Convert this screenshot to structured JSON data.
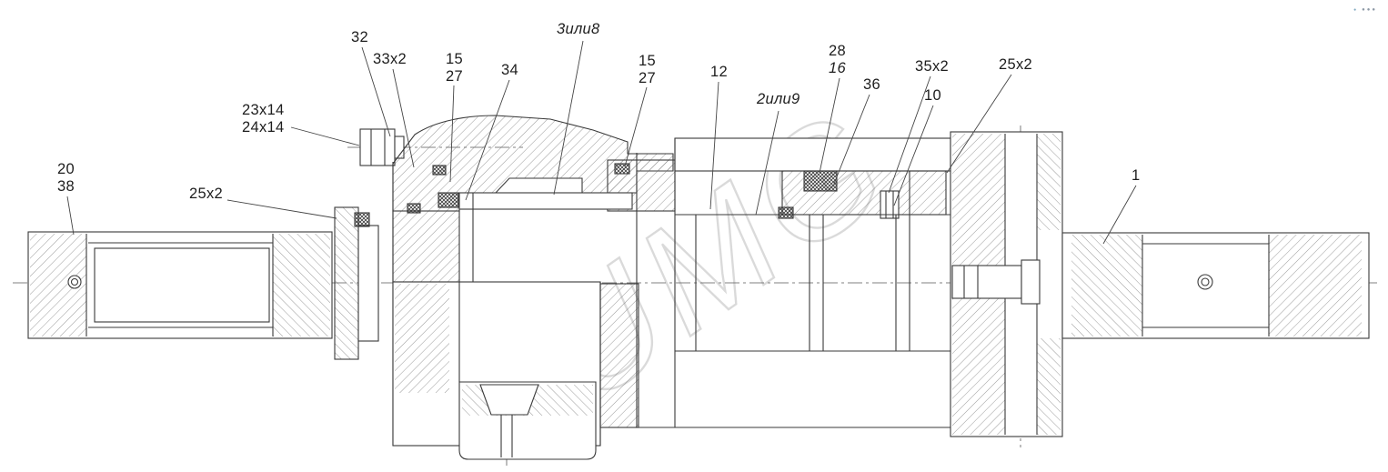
{
  "watermark": {
    "text": "UMG",
    "color": "#bdbdbd"
  },
  "corner": {
    "dot": "●",
    "dots": "●●●"
  },
  "callouts": {
    "c20_38": {
      "lines": [
        "20",
        "38"
      ]
    },
    "c23_24": {
      "lines": [
        "23x14",
        "24x14"
      ]
    },
    "c25x2_left": {
      "lines": [
        "25x2"
      ]
    },
    "c32": {
      "lines": [
        "32"
      ]
    },
    "c33x2": {
      "lines": [
        "33x2"
      ]
    },
    "c15_27_a": {
      "lines": [
        "15",
        "27"
      ]
    },
    "c34": {
      "lines": [
        "34"
      ]
    },
    "c3or8": {
      "lines": [
        "3или8"
      ]
    },
    "c15_27_b": {
      "lines": [
        "15",
        "27"
      ]
    },
    "c12": {
      "lines": [
        "12"
      ]
    },
    "c2or9": {
      "lines": [
        "2или9"
      ]
    },
    "c28_16": {
      "lines": [
        "28",
        "16"
      ]
    },
    "c36": {
      "lines": [
        "36"
      ]
    },
    "c35x2": {
      "lines": [
        "35x2"
      ]
    },
    "c10": {
      "lines": [
        "10"
      ]
    },
    "c25x2_right": {
      "lines": [
        "25x2"
      ]
    },
    "c1": {
      "lines": [
        "1"
      ]
    }
  }
}
